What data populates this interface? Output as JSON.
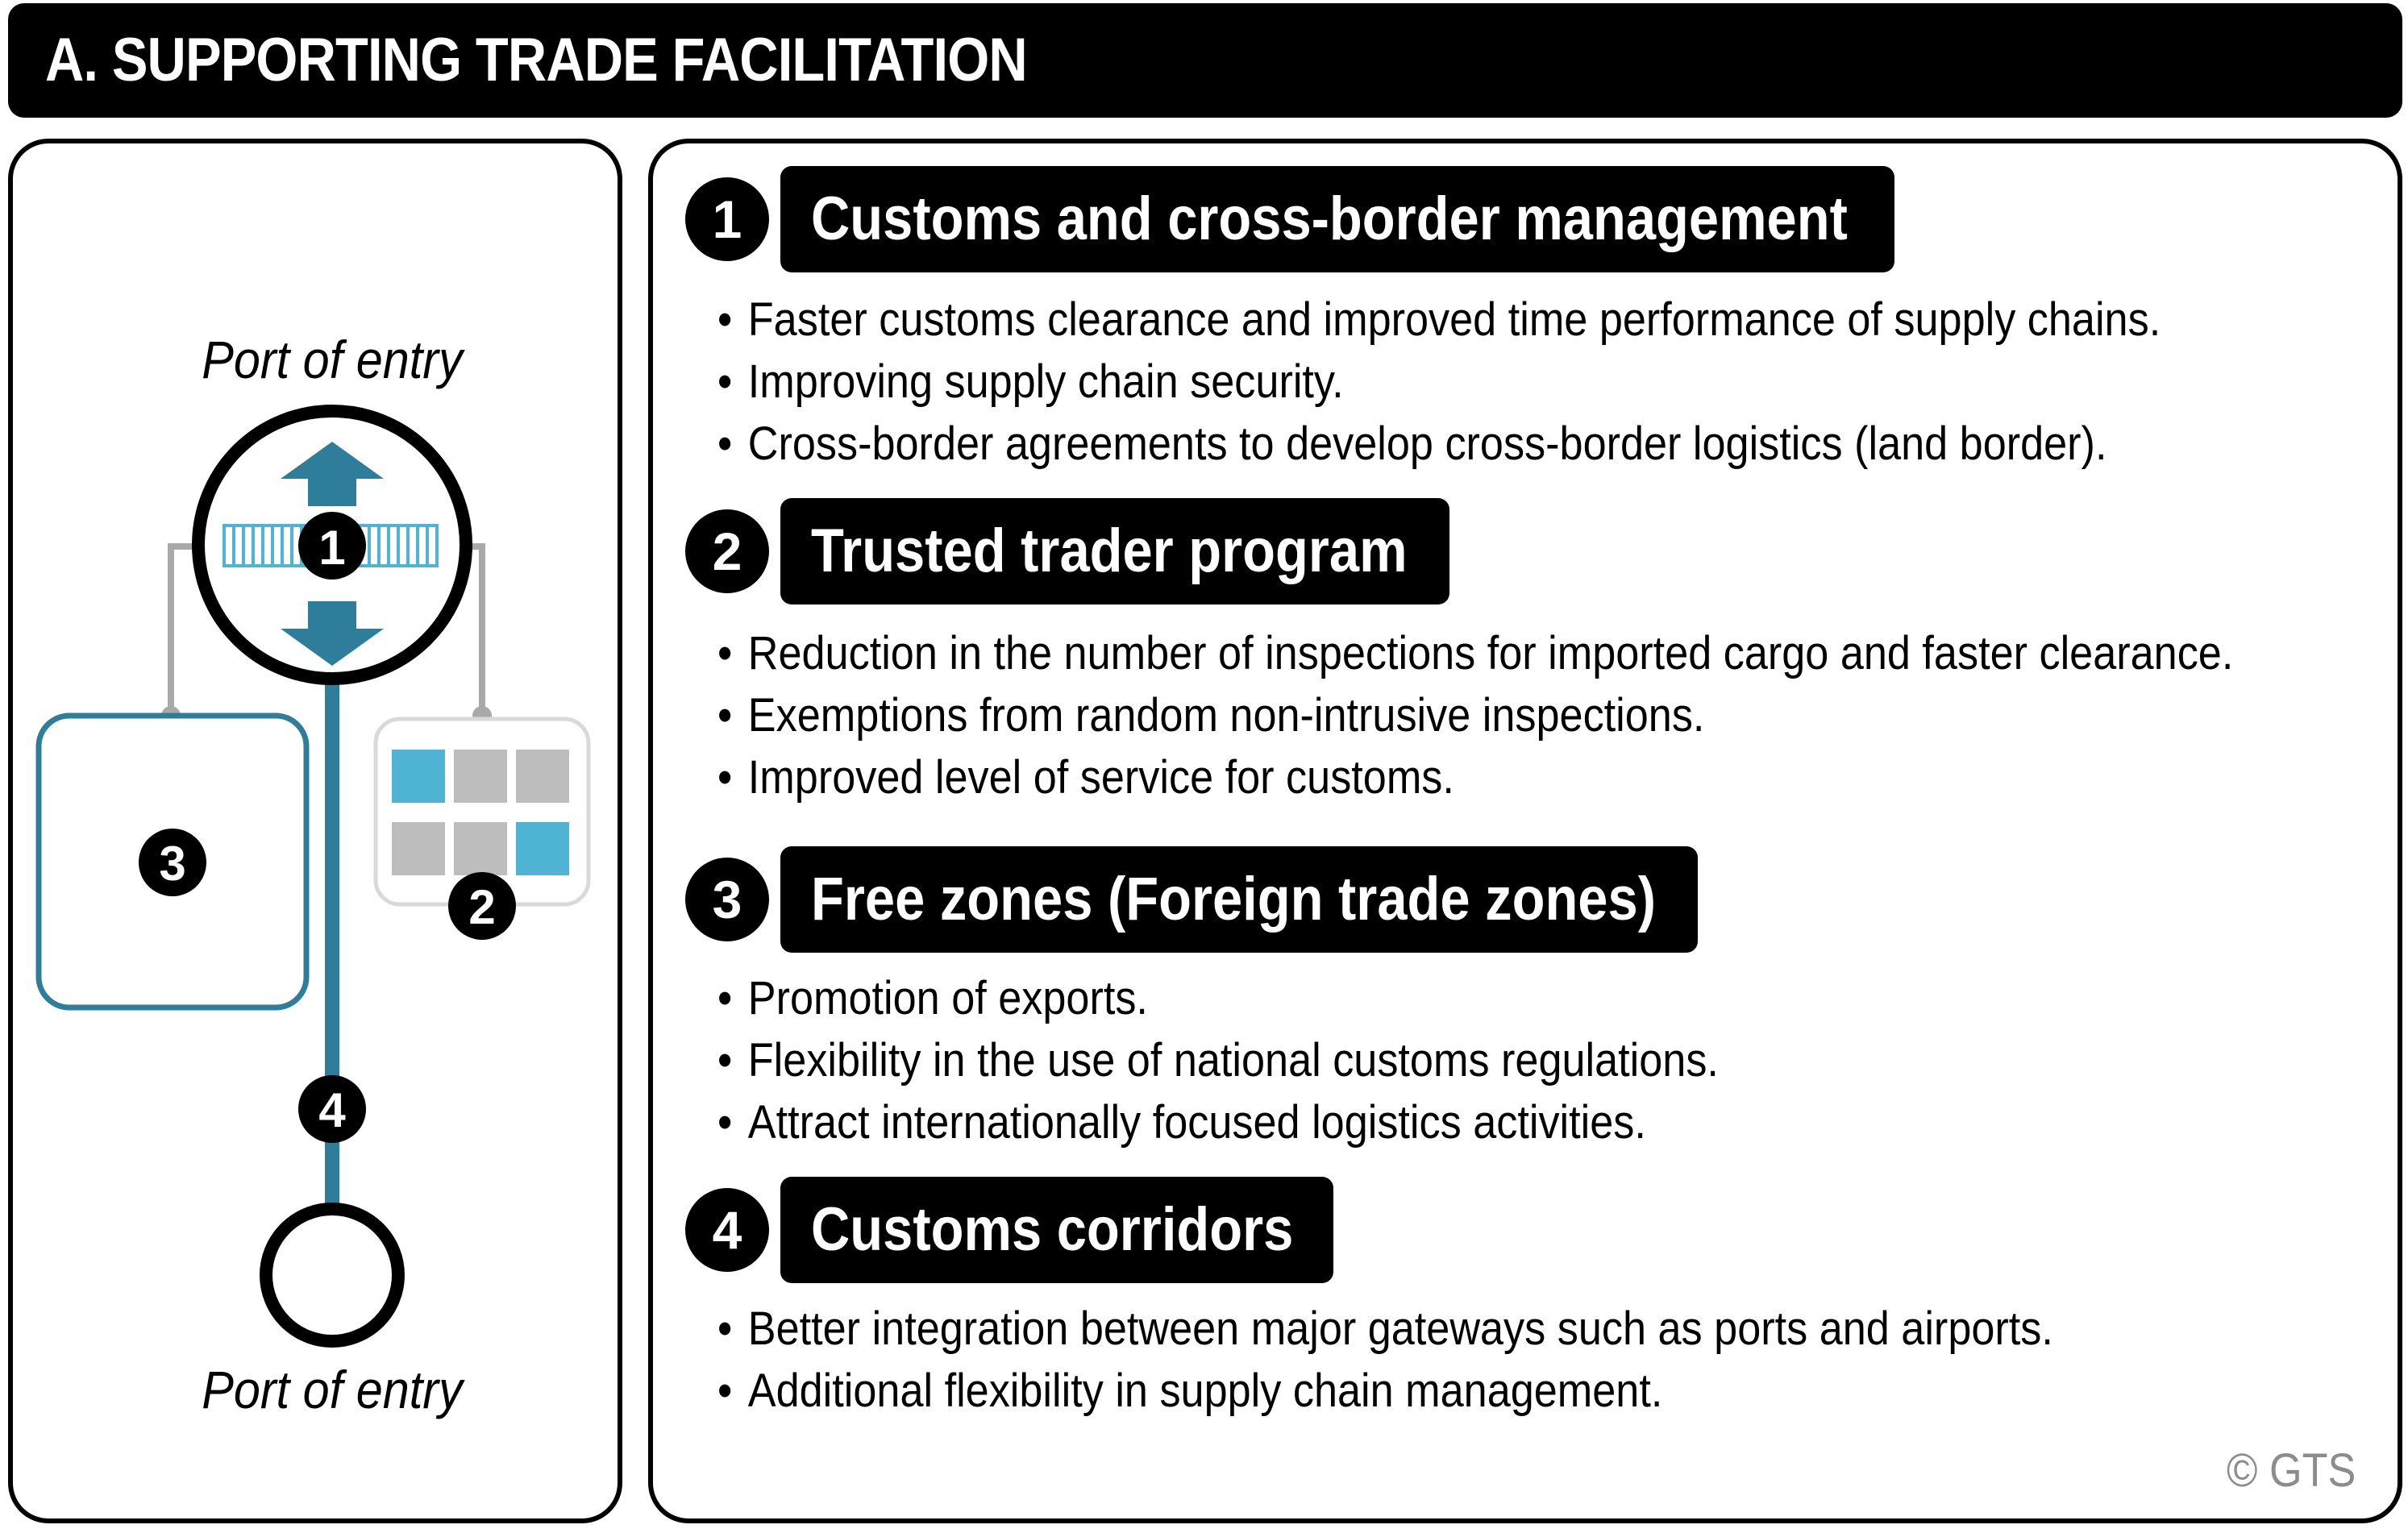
{
  "header": {
    "title": "A. SUPPORTING TRADE FACILITATION"
  },
  "diagram": {
    "port_top_label": "Port of entry",
    "port_bottom_label": "Port of entry",
    "markers": [
      "1",
      "2",
      "3",
      "4"
    ],
    "colors": {
      "teal": "#2e7d9a",
      "light_blue": "#4fb3d4",
      "grey": "#bdbdbd",
      "line_grey": "#a9a9a9"
    }
  },
  "sections": [
    {
      "number": "1",
      "heading": "Customs and cross-border management",
      "bullets": [
        "Faster customs clearance and improved time performance of supply chains.",
        "Improving supply chain security.",
        "Cross-border agreements to develop cross-border logistics (land border)."
      ]
    },
    {
      "number": "2",
      "heading": "Trusted trader program",
      "bullets": [
        "Reduction in the number of inspections for imported cargo and faster clearance.",
        "Exemptions from random non-intrusive inspections.",
        "Improved level of service for customs."
      ]
    },
    {
      "number": "3",
      "heading": "Free zones (Foreign trade zones)",
      "bullets": [
        "Promotion of exports.",
        "Flexibility in the use of national customs regulations.",
        "Attract internationally focused logistics activities."
      ]
    },
    {
      "number": "4",
      "heading": "Customs corridors",
      "bullets": [
        "Better integration between major gateways such as ports and airports.",
        "Additional flexibility in supply chain management."
      ]
    }
  ],
  "footer": {
    "copyright": "© GTS"
  }
}
